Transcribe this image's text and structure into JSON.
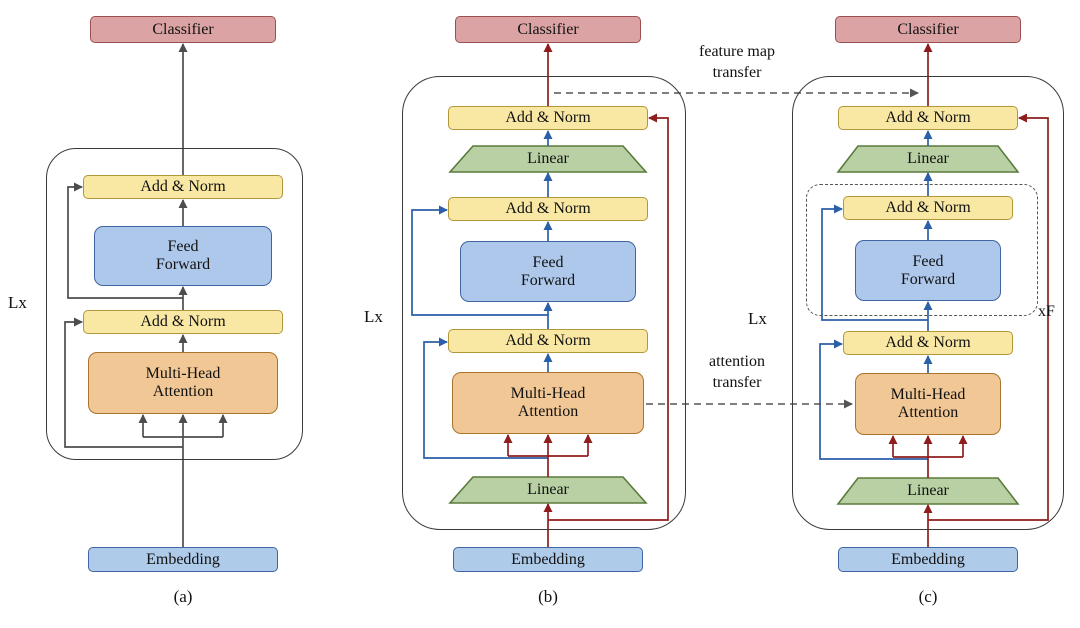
{
  "labels": {
    "classifier": "Classifier",
    "add_norm": "Add & Norm",
    "feed_forward": "Feed\nForward",
    "multi_head_attention": "Multi-Head\nAttention",
    "linear": "Linear",
    "embedding": "Embedding",
    "layer_repeat": "Lx",
    "ffn_repeat": "xF"
  },
  "annotations": {
    "feature_map_transfer": "feature map transfer",
    "attention_transfer": "attention transfer"
  },
  "panels": [
    {
      "caption": "(a)"
    },
    {
      "caption": "(b)"
    },
    {
      "caption": "(c)"
    }
  ],
  "colors": {
    "classifier_fill": "#dba3a3",
    "add_norm_fill": "#f9e8a4",
    "feed_forward_fill": "#adc8ea",
    "multi_head_fill": "#f0c795",
    "linear_fill": "#b9d0a4",
    "embedding_fill": "#aecbea",
    "arrow_gray": "#4d4d4d",
    "arrow_blue": "#2b5fa8",
    "arrow_red": "#8f1d1d",
    "dashed_gray": "#555555"
  }
}
